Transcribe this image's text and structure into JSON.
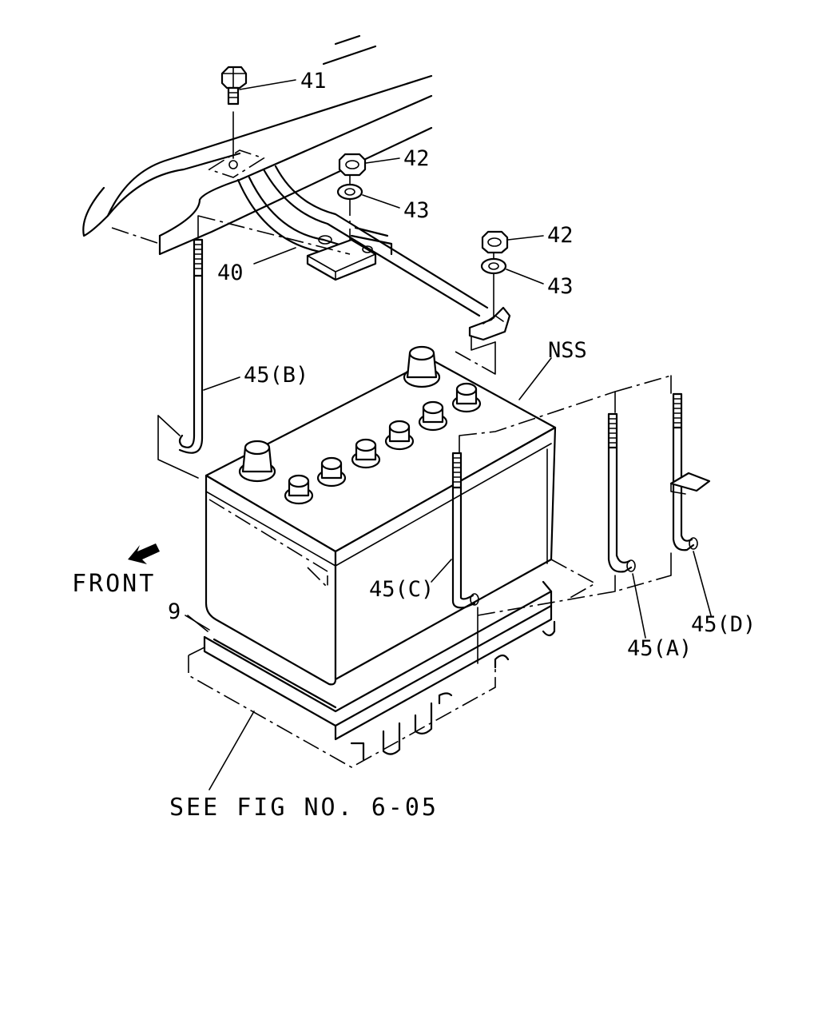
{
  "labels": {
    "p41": "41",
    "p42a": "42",
    "p43a": "43",
    "p42b": "42",
    "p43b": "43",
    "p40": "40",
    "nss": "NSS",
    "p45b": "45(B)",
    "p45c": "45(C)",
    "p45a": "45(A)",
    "p45d": "45(D)",
    "p9": "9",
    "front": "FRONT",
    "see_fig": "SEE FIG NO. 6-05"
  },
  "icons": {
    "front_arrow": "arrow-down-left-icon"
  }
}
